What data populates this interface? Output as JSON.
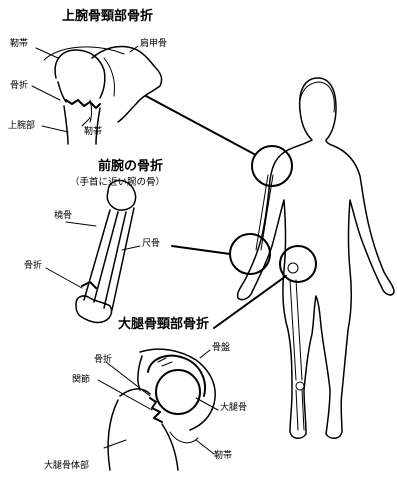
{
  "sections": {
    "upper_arm": {
      "title": "上腕骨頸部骨折",
      "labels": {
        "ligament_top": "靭帯",
        "scapula": "肩甲骨",
        "fracture": "骨折",
        "ligament_mid": "靭帯",
        "humerus": "上腕部"
      }
    },
    "forearm": {
      "title": "前腕の骨折",
      "subtitle": "（手首に近い腕の骨）",
      "labels": {
        "radius": "橈骨",
        "ulna": "尺骨",
        "fracture": "骨折"
      }
    },
    "femoral_neck": {
      "title": "大腿骨頸部骨折",
      "labels": {
        "pelvis": "骨盤",
        "fracture": "骨折",
        "joint": "関節",
        "femur": "大腿骨",
        "ligament": "靭帯",
        "femur_shaft": "大腿骨体部"
      }
    }
  },
  "icons": {
    "body": "human-body-outline",
    "callout": "magnifier-circle"
  }
}
